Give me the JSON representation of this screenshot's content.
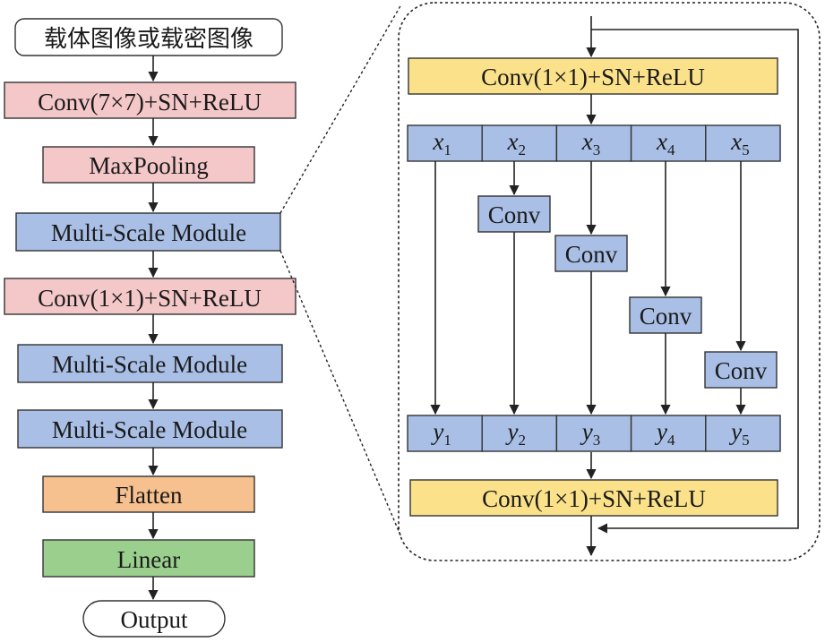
{
  "left_pipeline": {
    "input_label": "载体图像或载密图像",
    "conv7_label": "Conv(7×7)+SN+ReLU",
    "maxpool_label": "MaxPooling",
    "ms1_label": "Multi-Scale Module",
    "conv1_label": "Conv(1×1)+SN+ReLU",
    "ms2_label": "Multi-Scale Module",
    "ms3_label": "Multi-Scale Module",
    "flatten_label": "Flatten",
    "linear_label": "Linear",
    "output_label": "Output"
  },
  "module_detail": {
    "top_conv_label": "Conv(1×1)+SN+ReLU",
    "bottom_conv_label": "Conv(1×1)+SN+ReLU",
    "x_var": "x",
    "y_var": "y",
    "splits": [
      {
        "index": "1"
      },
      {
        "index": "2",
        "conv_label": "Conv"
      },
      {
        "index": "3",
        "conv_label": "Conv"
      },
      {
        "index": "4",
        "conv_label": "Conv"
      },
      {
        "index": "5",
        "conv_label": "Conv"
      }
    ]
  },
  "colors": {
    "pink": "#f4c7c9",
    "blue": "#a9bfe6",
    "orange": "#f6c08f",
    "green": "#9bcf8e",
    "yellow": "#fbe28a",
    "white": "#ffffff"
  }
}
